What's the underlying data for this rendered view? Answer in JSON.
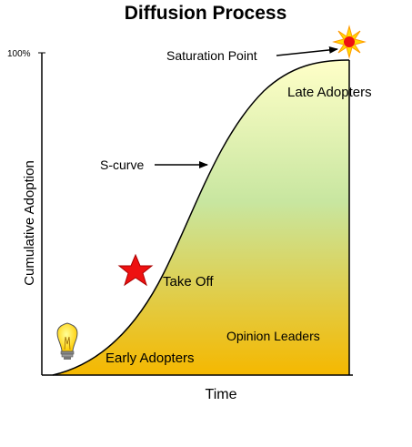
{
  "title": "Diffusion Process",
  "y_axis": {
    "label": "Cumulative Adoption",
    "top_tick": "100%"
  },
  "x_axis": {
    "label": "Time"
  },
  "annotations": {
    "saturation": "Saturation Point",
    "late_adopters": "Late Adopters",
    "s_curve": "S-curve",
    "take_off": "Take Off",
    "opinion_leaders": "Opinion Leaders",
    "early_adopters": "Early Adopters"
  },
  "icons": {
    "saturation": "sun-burst-icon",
    "take_off": "red-star-icon",
    "early_adopters": "light-bulb-icon"
  },
  "colors": {
    "fill_top": "#ffffc8",
    "fill_mid": "#c8e6a0",
    "fill_bottom": "#f5b800",
    "star": "#ee1111",
    "sun": "#ffdd00"
  }
}
